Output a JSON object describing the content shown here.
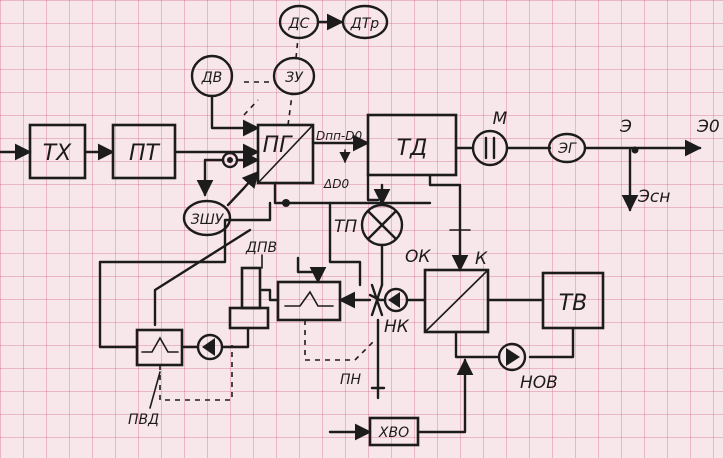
{
  "blocks": {
    "tx": "ТХ",
    "pt": "ПТ",
    "pg": "ПГ",
    "td": "ТД",
    "k": "К",
    "tv": "ТВ",
    "hvo": "ХВО",
    "zu": "ЗУ",
    "zshu": "ЗШУ",
    "dv": "ДВ",
    "ds": "ДС",
    "dtr": "ДТр",
    "eg": "ЭГ"
  },
  "labels": {
    "m": "М",
    "e": "Э",
    "e0": "Э0",
    "esn": "Эсн",
    "dpp_d0": "Dпп-D0",
    "dd0": "ΔD0",
    "tp": "ТП",
    "ok": "ОК",
    "k_label": "К",
    "nk": "НК",
    "pn": "ПН",
    "ndv": "НОВ",
    "dpv": "ДПВ",
    "pvd": "ПВД"
  },
  "colors": {
    "paper": "#f7e6ea",
    "grid": "#d65a8a",
    "ink": "#1c1c1c"
  }
}
